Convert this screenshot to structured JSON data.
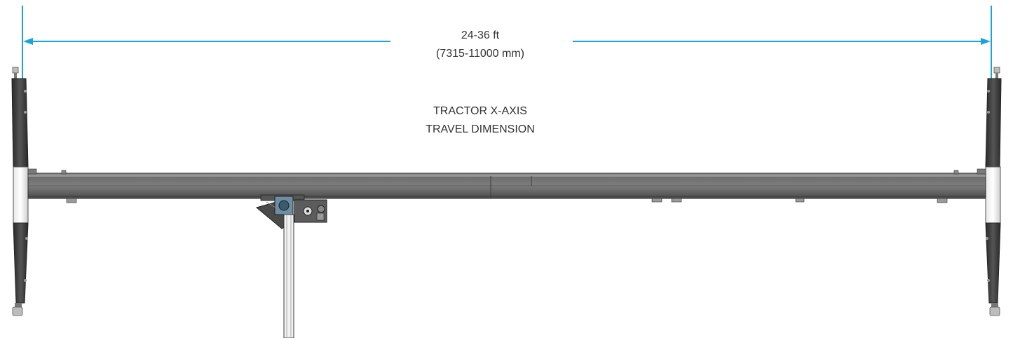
{
  "dimension": {
    "imperial": "24-36 ft",
    "metric": "(7315-11000 mm)"
  },
  "caption": {
    "line1": "TRACTOR X-AXIS",
    "line2": "TRAVEL DIMENSION"
  },
  "colors": {
    "dimension_line": "#1aa3e0",
    "beam": "#6f6f6f",
    "beam_dark": "#3c3c3c",
    "text": "#333333"
  }
}
